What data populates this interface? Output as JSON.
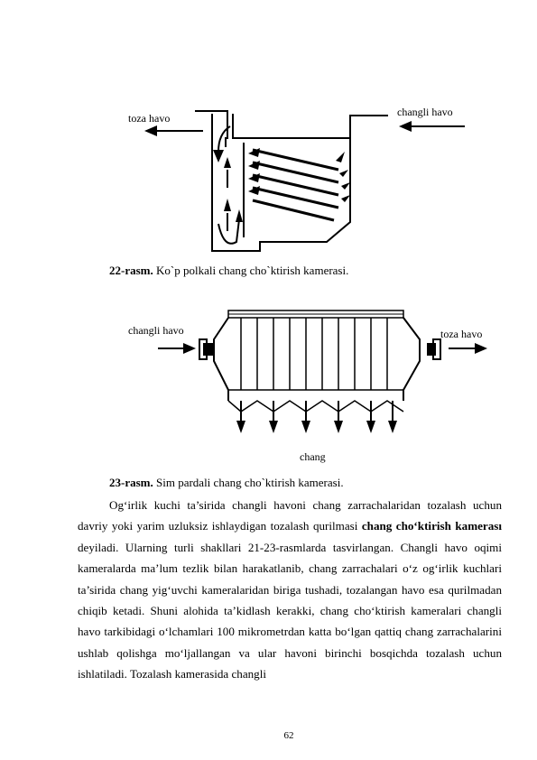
{
  "figure22": {
    "label_left": "toza havo",
    "label_right": "changli havo",
    "caption_num": "22-rasm.",
    "caption_text": " Ko`p polkali chang cho`ktirish kamerasi."
  },
  "figure23": {
    "label_left": "changli havo",
    "label_right": "toza havo",
    "label_bottom": "chang",
    "caption_num": "23-rasm.",
    "caption_text": " Sim pardali chang cho`ktirish kamerasi."
  },
  "paragraph": {
    "part1": "Og‘irlik kuchi ta’sirida changli havoni chang zarrachalaridan tozalash uchun davriy yoki yarim uzluksiz ishlaydigan tozalash qurilmasi ",
    "bold": "chang cho‘ktirish kamerası",
    "part2": " deyiladi. Ularning turli shakllari 21-23-rasmlarda tasvirlangan. Changli havo oqimi kameralarda ma’lum tezlik bilan harakatlanib, chang zarrachalari o‘z og‘irlik kuchlari ta’sirida chang yig‘uvchi kameralaridan biriga tushadi, tozalangan havo esa qurilmadan chiqib ketadi. Shuni alohida ta’kidlash kerakki, chang cho‘ktirish kameralari changli havo tarkibidagi o‘lchamlari 100 mikrometrdan katta bo‘lgan qattiq chang zarrachalarini ushlab qolishga mo‘ljallangan va ular havoni birinchi bosqichda tozalash uchun ishlatiladi. Tozalash kamerasida changli"
  },
  "page_number": "62"
}
